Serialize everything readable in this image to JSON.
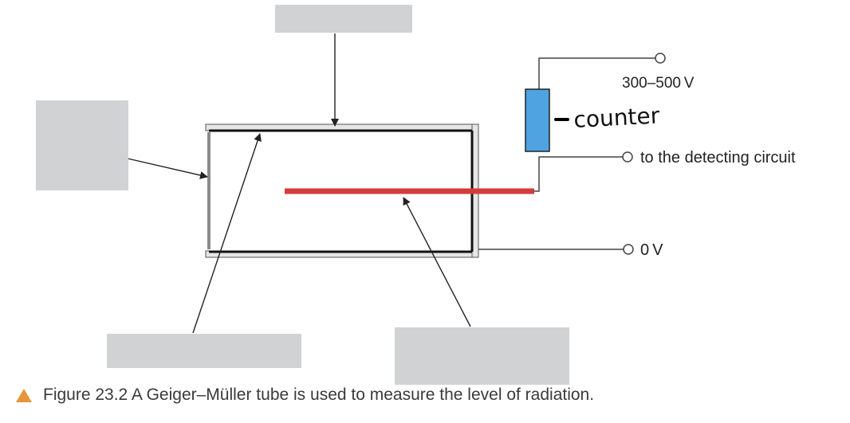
{
  "diagram": {
    "labels": {
      "high_voltage": "300–500 V",
      "counter": "counter",
      "detecting": "to the detecting circuit",
      "zero_volt": "0 V"
    },
    "caption": "Figure 23.2 A Geiger–Müller tube is used to measure the level of radiation.",
    "colors": {
      "anode": "#d63b3b",
      "resistor": "#4fa3e0",
      "label_box": "#d1d2d4",
      "caption_triangle": "#e8953a"
    }
  }
}
